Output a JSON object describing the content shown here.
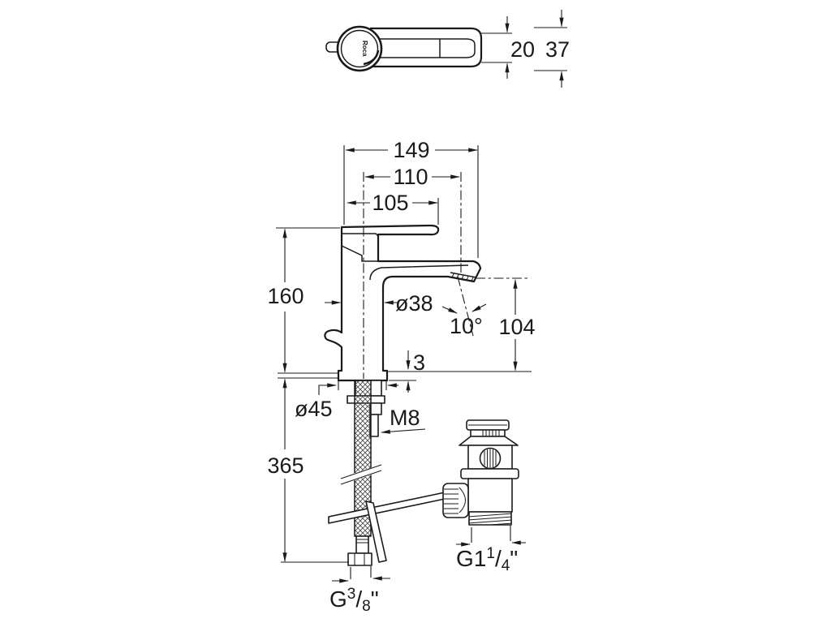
{
  "brand": "Roca",
  "dims": {
    "top_width": "20",
    "top_height": "37",
    "overall": "149",
    "reach": "110",
    "handle": "105",
    "height": "160",
    "body_dia": "ø38",
    "angle": "10°",
    "spout_h": "104",
    "plate_thk": "3",
    "base_dia": "ø45",
    "stud": "M8",
    "hose_len": "365",
    "g38": {
      "g": "G",
      "n": "3",
      "s": "/",
      "d": "8",
      "q": "\""
    },
    "g114": {
      "g": "G1",
      "n": "1",
      "s": "/",
      "d": "4",
      "q": "\""
    }
  }
}
